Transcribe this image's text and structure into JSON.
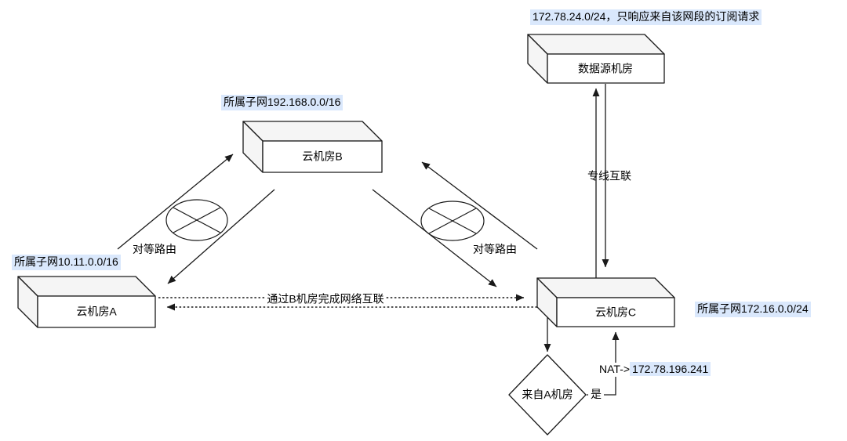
{
  "colors": {
    "highlight": "#dae8fc",
    "face_fill": "#f5f5f5",
    "stroke": "#1a1a1a"
  },
  "nodes": {
    "data_source": {
      "label": "数据源机房",
      "annotation": "172.78.24.0/24，只响应来自该网段的订阅请求"
    },
    "cloud_b": {
      "label": "云机房B",
      "annotation": "所属子网192.168.0.0/16"
    },
    "cloud_a": {
      "label": "云机房A",
      "annotation": "所属子网10.11.0.0/16"
    },
    "cloud_c": {
      "label": "云机房C",
      "annotation": "所属子网172.16.0.0/24"
    },
    "decision": {
      "label": "来自A机房"
    }
  },
  "edges": {
    "peer_route_left": {
      "label": "对等路由"
    },
    "peer_route_right": {
      "label": "对等路由"
    },
    "dedicated_line": {
      "label": "专线互联"
    },
    "via_b": {
      "label": "通过B机房完成网络互联"
    },
    "yes_branch": {
      "label": "是"
    },
    "nat": {
      "prefix": "NAT->",
      "ip": "172.78.196.241"
    }
  }
}
